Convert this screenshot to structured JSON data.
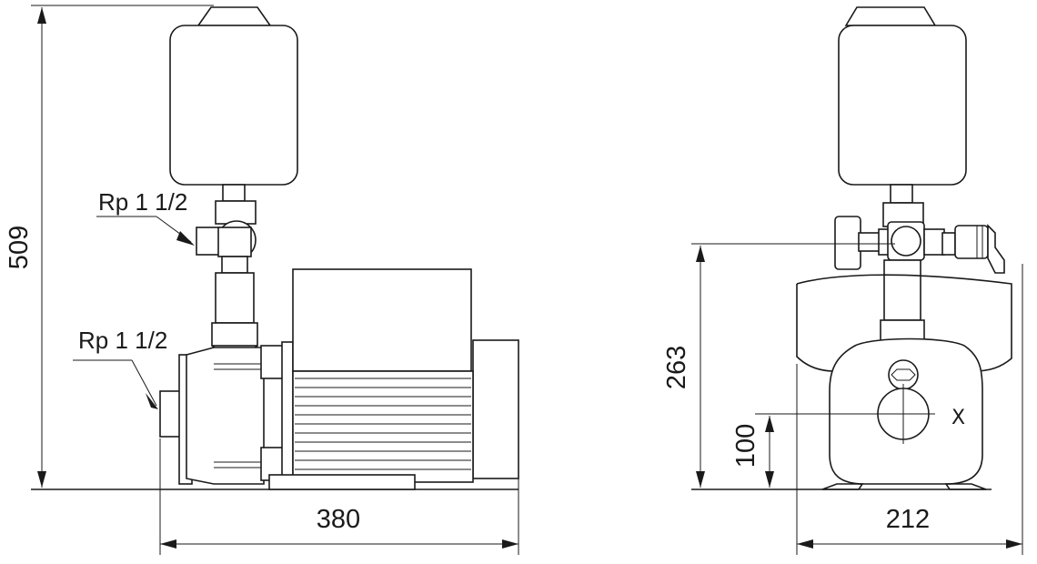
{
  "drawing": {
    "dimensions": {
      "height_total": "509",
      "length": "380",
      "outlet_height": "263",
      "inlet_height": "100",
      "width": "212"
    },
    "connections": {
      "outlet_label": "Rp 1 1/2",
      "inlet_label": "Rp 1 1/2"
    },
    "brand_mark": "X"
  }
}
